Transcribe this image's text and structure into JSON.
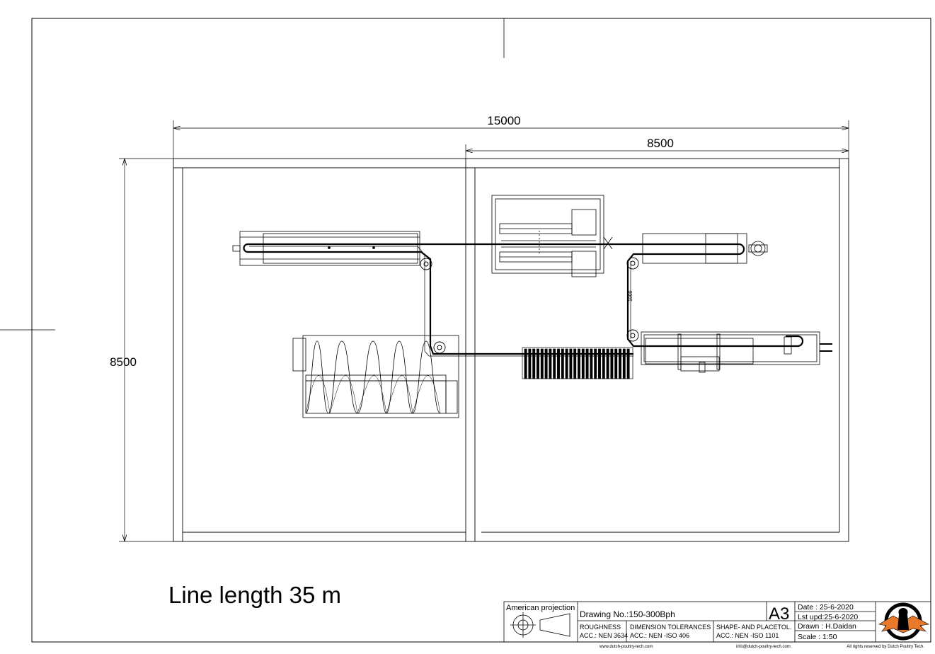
{
  "dimensions": {
    "overall_width": "15000",
    "right_section_width": "8500",
    "height": "8500",
    "conveyor_note": "1900"
  },
  "caption": "Line length 35 m",
  "title_block": {
    "projection_label": "American projection",
    "drawing_no": "Drawing No.:150-300Bph",
    "sheet_size": "A3",
    "date": "Date    : 25-6-2020",
    "last_update": "Lst upd:25-6-2020",
    "drawn_by": "Drawn : H.Daidan",
    "scale": "Scale  : 1:50",
    "roughness_title": "ROUGHNESS",
    "roughness_std": "ACC.: NEN 3634",
    "dim_tol_title": "DIMENSION TOLERANCES",
    "dim_tol_std": "ACC.: NEN -ISO 406",
    "shape_title": "SHAPE- AND PLACETOL.",
    "shape_std": "ACC.: NEN -ISO 1101",
    "website": "www.dutch-poultry-tech.com",
    "email": "info@dutch-poultry-tech.com",
    "rights": "All rights reserved by Dutch Poultry Tech."
  },
  "colors": {
    "line": "#000000",
    "logo_accent": "#e8792b"
  }
}
